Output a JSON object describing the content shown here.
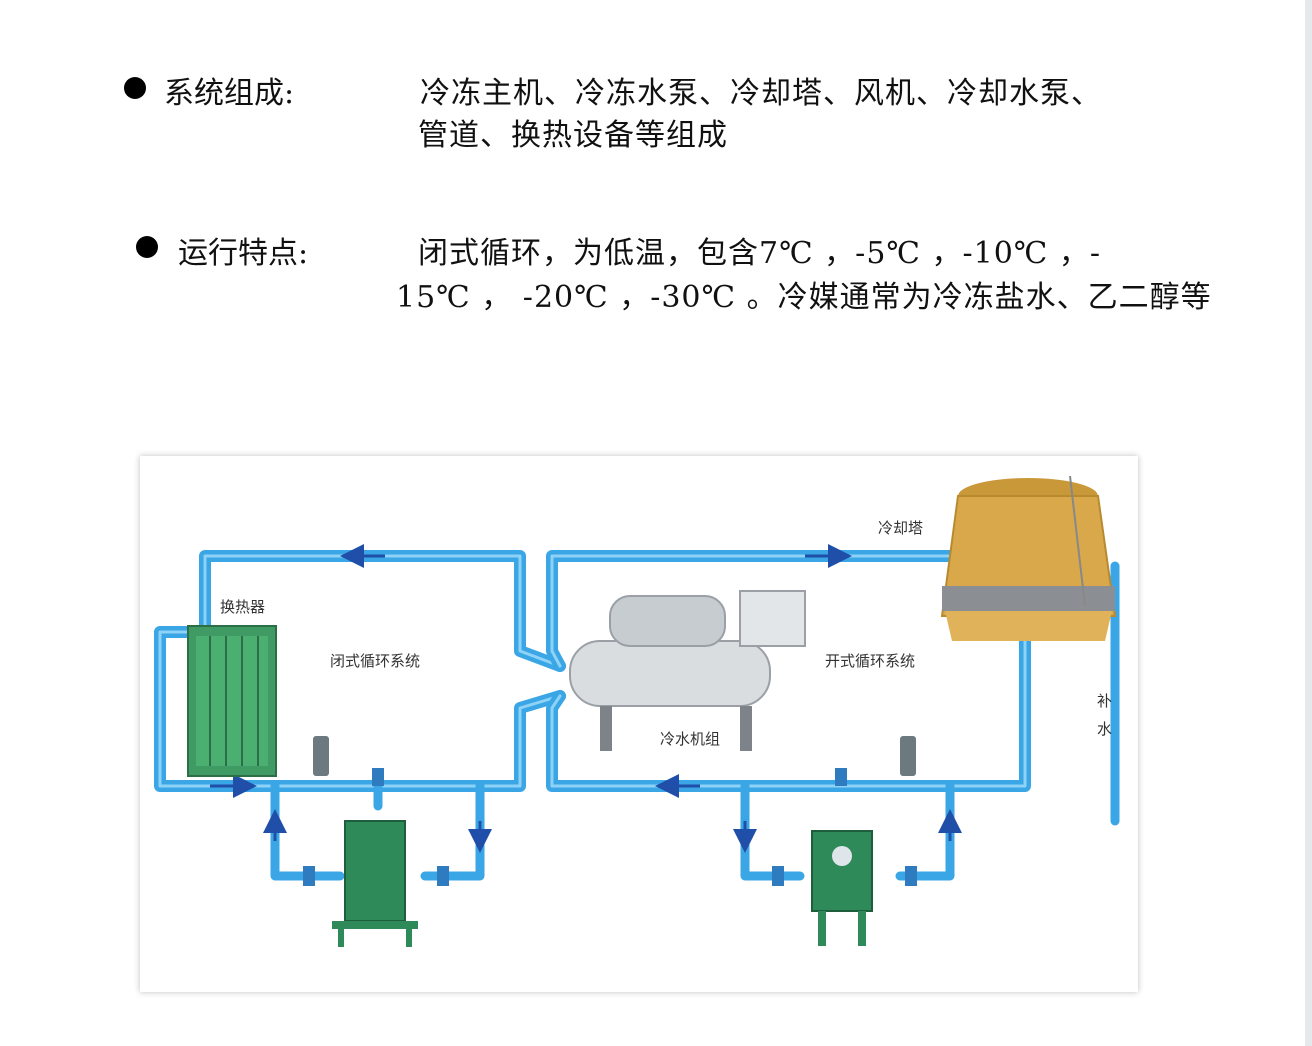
{
  "composition": {
    "label": "系统组成:",
    "line1": "冷冻主机、冷冻水泵、冷却塔、风机、冷却水泵、",
    "line2": "管道、换热设备等组成"
  },
  "features": {
    "label": "运行特点:",
    "line1": "闭式循环，为低温，包含7℃ ，-5℃ ，-10℃ ，-",
    "line2": "15℃ ，  -20℃ ，-30℃ 。冷媒通常为冷冻盐水、乙二醇等"
  },
  "diagram": {
    "cooling_tower": "冷却塔",
    "heat_exchanger": "换热器",
    "closed_loop": "闭式循环系统",
    "open_loop": "开式循环系统",
    "chiller": "冷水机组",
    "makeup_water_1": "补",
    "makeup_water_2": "水"
  },
  "colors": {
    "pipe": "#3ba6e6",
    "pipe_highlight": "#8ed3f7",
    "tower": "#d9a84a",
    "exchanger": "#3f9a63",
    "chiller": "#d9dde0"
  }
}
